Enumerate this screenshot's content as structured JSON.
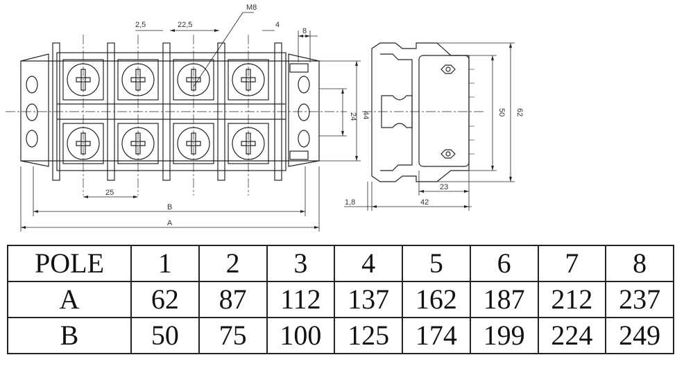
{
  "drawing": {
    "callout_m8": "M8",
    "dims": {
      "d_2_5": "2,5",
      "d_22_5": "22,5",
      "d_4": "4",
      "d_8": "8",
      "d_25": "25",
      "d_B": "B",
      "d_A": "A",
      "d_24": "24",
      "d_44": "44",
      "d_50": "50",
      "d_62": "62",
      "d_23": "23",
      "d_1_8": "1,8",
      "d_42": "42"
    }
  },
  "table": {
    "rows": [
      {
        "label": "POLE",
        "values": [
          "1",
          "2",
          "3",
          "4",
          "5",
          "6",
          "7",
          "8"
        ]
      },
      {
        "label": "A",
        "values": [
          "62",
          "87",
          "112",
          "137",
          "162",
          "187",
          "212",
          "237"
        ]
      },
      {
        "label": "B",
        "values": [
          "50",
          "75",
          "100",
          "125",
          "174",
          "199",
          "224",
          "249"
        ]
      }
    ]
  }
}
